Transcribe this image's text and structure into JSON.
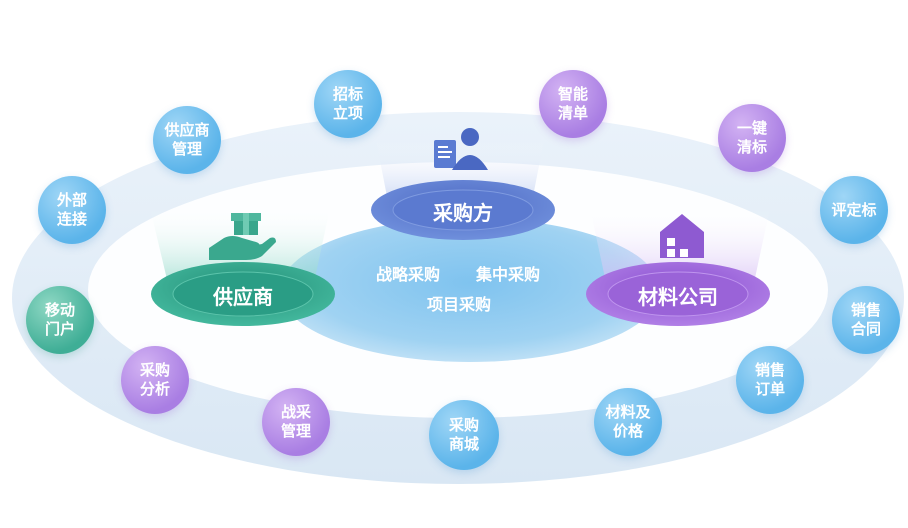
{
  "hubs": {
    "buyer": "采购方",
    "supplier": "供应商",
    "company": "材料公司"
  },
  "center": {
    "strategic": "战略采购",
    "centralized": "集中采购",
    "project": "项目采购"
  },
  "nodes": [
    {
      "label": "供应商\n管理",
      "color": "blue"
    },
    {
      "label": "招标\n立项",
      "color": "blue"
    },
    {
      "label": "智能\n清单",
      "color": "purple"
    },
    {
      "label": "一键\n清标",
      "color": "purple"
    },
    {
      "label": "外部\n连接",
      "color": "blue"
    },
    {
      "label": "评定标",
      "color": "blue"
    },
    {
      "label": "移动\n门户",
      "color": "teal"
    },
    {
      "label": "销售\n合同",
      "color": "blue"
    },
    {
      "label": "采购\n分析",
      "color": "purple"
    },
    {
      "label": "销售\n订单",
      "color": "blue"
    },
    {
      "label": "战采\n管理",
      "color": "purple"
    },
    {
      "label": "材料及\n价格",
      "color": "blue"
    },
    {
      "label": "采购\n商城",
      "color": "blue"
    }
  ],
  "icons": {
    "buyer": "person-icon",
    "supplier": "hand-box-icon",
    "company": "building-icon"
  },
  "colors": {
    "ring": "#dbe8f5",
    "center_ellipse": "#8ecbee",
    "buyer_disc": "#5b7ad0",
    "supplier_disc": "#2fa58c",
    "company_disc": "#9a63d8"
  }
}
